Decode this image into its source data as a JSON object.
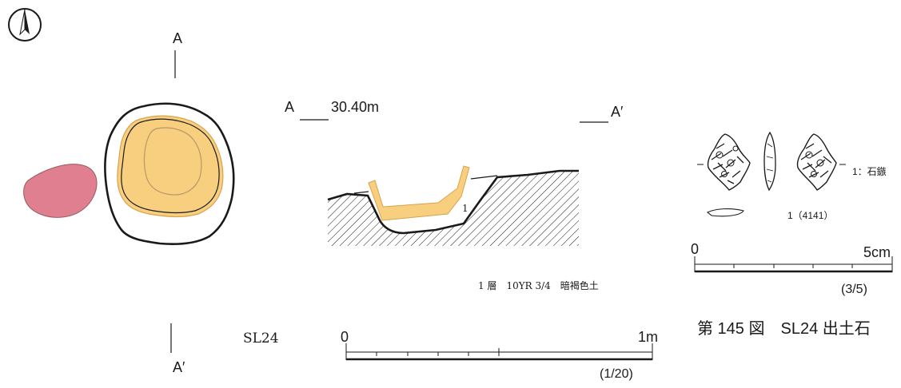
{
  "plan": {
    "north_icon": "north-arrow-icon",
    "section_start_label": "A",
    "section_end_label": "A′",
    "feature_name": "SL24"
  },
  "section": {
    "start_label": "A",
    "elevation": "30.40m",
    "end_label": "A′",
    "layer_number": "1",
    "layer_legend": "1 層　10YR 3/4　暗褐色土"
  },
  "scale_section": {
    "start": "0",
    "end": "1m",
    "ratio": "(1/20)"
  },
  "artifact": {
    "number_label": "1：石鏃",
    "id_label": "1（4141）"
  },
  "scale_artifact": {
    "start": "0",
    "end": "5cm",
    "ratio": "(3/5)"
  },
  "figure_caption": "第 145 図　SL24 出土石",
  "colors": {
    "pit_fill": "#f8cf7e",
    "pit_outline": "#d9a24a",
    "stone_fill": "#df7f8f",
    "ink": "#1a1a1a"
  }
}
